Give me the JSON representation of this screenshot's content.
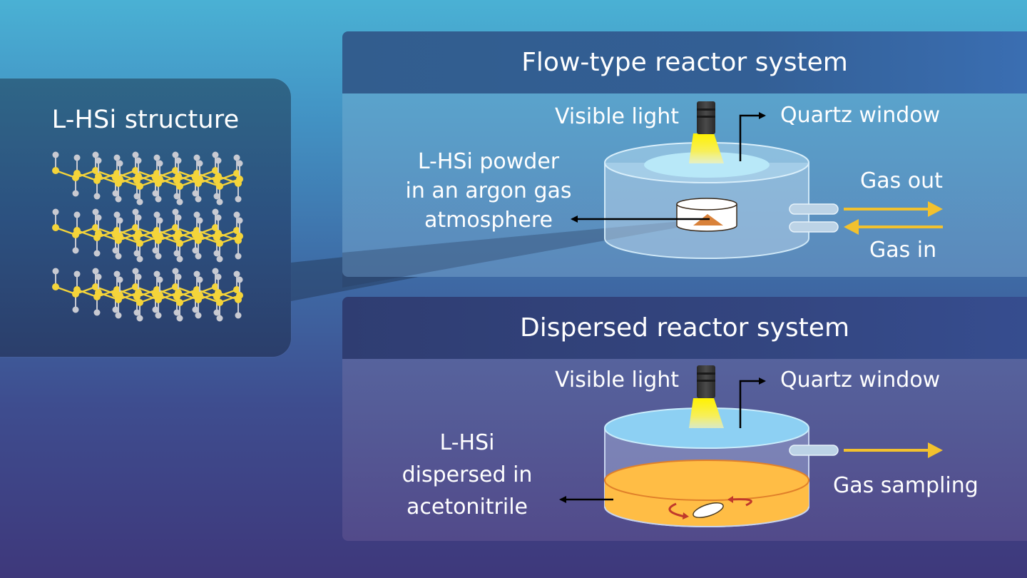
{
  "structure_card": {
    "title": "L-HSi structure",
    "layers": 3,
    "colors": {
      "silicon": "#f4d43a",
      "hydrogen": "#c8cad2"
    }
  },
  "flow_reactor": {
    "title": "Flow-type reactor system",
    "light_label": "Visible light",
    "window_label": "Quartz window",
    "sample_label_lines": [
      "L-HSi powder",
      "in an argon gas",
      "atmosphere"
    ],
    "gas_out_label": "Gas out",
    "gas_in_label": "Gas in"
  },
  "dispersed_reactor": {
    "title": "Dispersed reactor system",
    "light_label": "Visible light",
    "window_label": "Quartz window",
    "sample_label_lines": [
      "L-HSi",
      "dispersed in",
      "acetonitrile"
    ],
    "gas_sampling_label": "Gas sampling"
  },
  "colors": {
    "gas_arrow": "#f2c12e",
    "liquid": "#ffbd45",
    "stir_arrow": "#c0392b",
    "powder": "#d9823a",
    "light_beam": "#fff200"
  }
}
